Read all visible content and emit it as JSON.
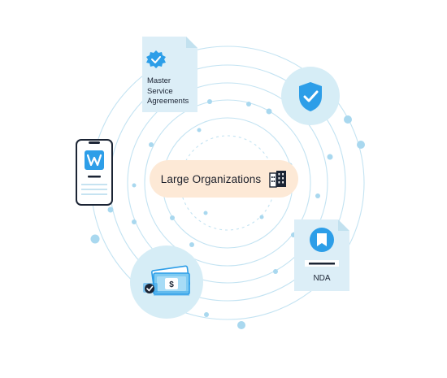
{
  "hub": {
    "label": "Large Organizations",
    "icon": "building-icon"
  },
  "nodes": {
    "msa": {
      "lines": [
        "Master",
        "Service",
        "Agreements"
      ],
      "icon": "verified-badge-icon"
    },
    "shield": {
      "icon": "shield-check-icon"
    },
    "phone": {
      "icon": "app-logo-icon"
    },
    "nda": {
      "label": "NDA",
      "icon": "bookmark-icon"
    },
    "payment": {
      "icons": [
        "check-circle-icon",
        "dollar-bill-icon"
      ]
    }
  },
  "colors": {
    "ring": "#b9dff0",
    "dot": "#a9d8ef",
    "circle_fill": "#d6edf6",
    "card_fill": "#dceef7",
    "accent_blue": "#2d9ee8",
    "pill_fill": "#fde9d6",
    "dark": "#1b2434"
  }
}
